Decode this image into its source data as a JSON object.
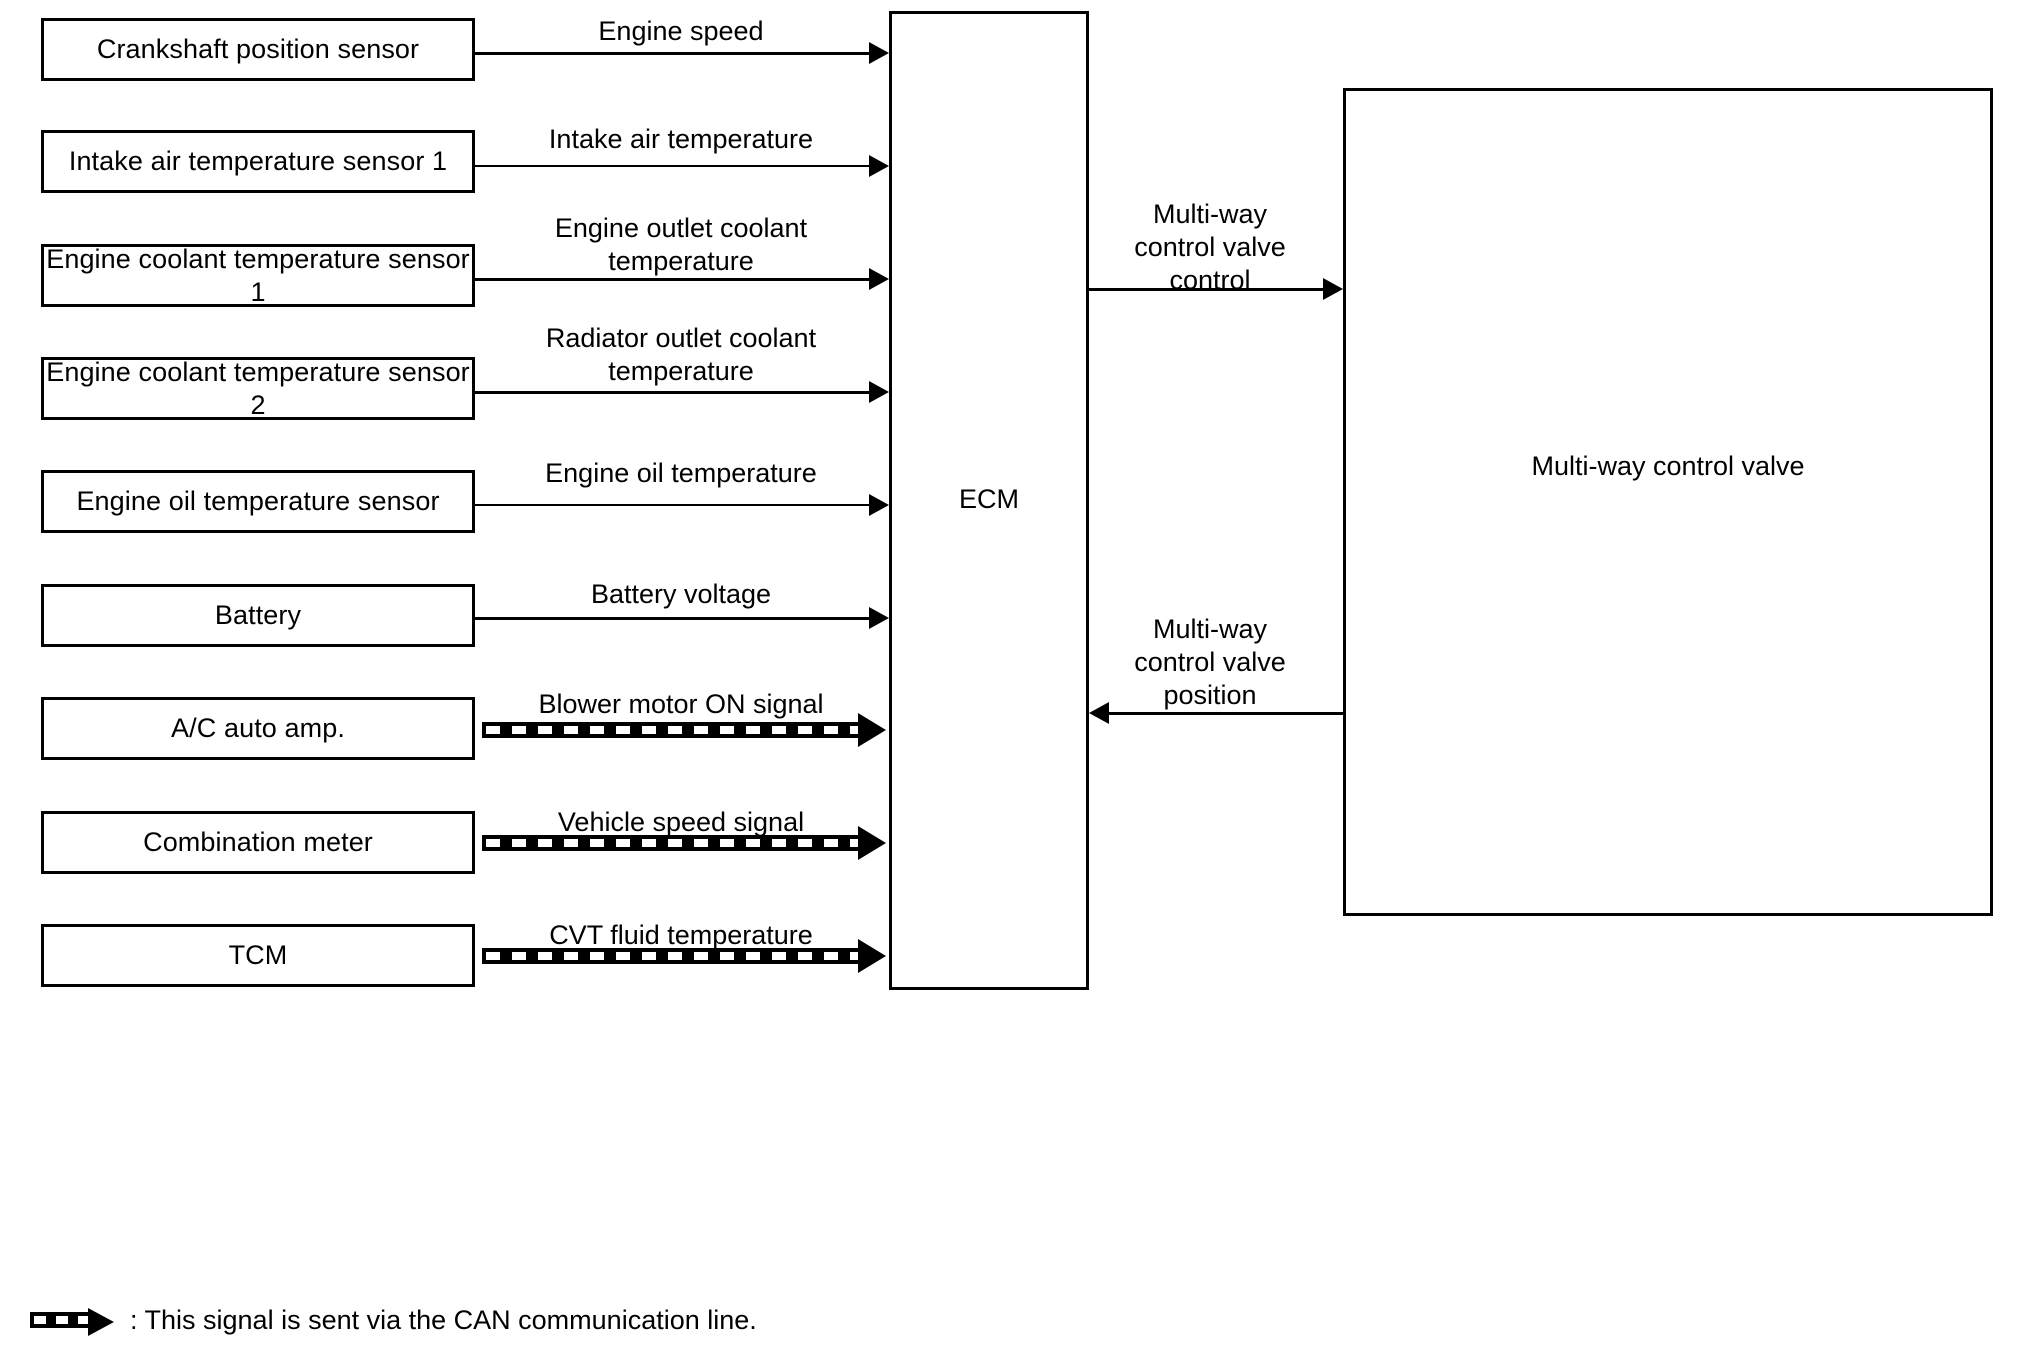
{
  "diagram": {
    "title": "Multi-way control valve system signal diagram",
    "ecm": {
      "label": "ECM"
    },
    "actuator": {
      "label": "Multi-way\ncontrol\nvalve"
    },
    "sources": [
      {
        "name": "crankshaft-position-sensor",
        "label": "Crankshaft position sensor"
      },
      {
        "name": "intake-air-temperature-sensor-1",
        "label": "Intake air temperature sensor 1"
      },
      {
        "name": "engine-coolant-temperature-sensor-1",
        "label": "Engine coolant temperature sensor 1"
      },
      {
        "name": "engine-coolant-temperature-sensor-2",
        "label": "Engine coolant temperature sensor 2"
      },
      {
        "name": "engine-oil-temperature-sensor",
        "label": "Engine oil temperature sensor"
      },
      {
        "name": "battery",
        "label": "Battery"
      },
      {
        "name": "ac-auto-amp",
        "label": "A/C auto amp."
      },
      {
        "name": "combination-meter",
        "label": "Combination meter"
      },
      {
        "name": "tcm",
        "label": "TCM"
      }
    ],
    "input_signals": [
      {
        "name": "engine-speed",
        "label": "Engine speed",
        "type": "wire"
      },
      {
        "name": "intake-air-temperature",
        "label": "Intake air temperature",
        "type": "wire"
      },
      {
        "name": "engine-outlet-coolant-temperature",
        "label": "Engine outlet coolant\ntemperature",
        "type": "wire"
      },
      {
        "name": "radiator-outlet-coolant-temperature",
        "label": "Radiator outlet coolant\ntemperature",
        "type": "wire"
      },
      {
        "name": "engine-oil-temperature",
        "label": "Engine oil temperature",
        "type": "wire"
      },
      {
        "name": "battery-voltage",
        "label": "Battery voltage",
        "type": "wire"
      },
      {
        "name": "blower-motor-on-signal",
        "label": "Blower motor ON signal",
        "type": "can"
      },
      {
        "name": "vehicle-speed-signal",
        "label": "Vehicle speed signal",
        "type": "can"
      },
      {
        "name": "cvt-fluid-temperature",
        "label": "CVT fluid temperature",
        "type": "can"
      }
    ],
    "output_signals": [
      {
        "name": "multi-way-control-valve-control",
        "label": "Multi-way\ncontrol valve\ncontrol",
        "direction": "to-valve",
        "type": "wire"
      },
      {
        "name": "multi-way-control-valve-position",
        "label": "Multi-way\ncontrol valve\nposition",
        "direction": "to-ecm",
        "type": "wire"
      }
    ],
    "legend": {
      "text": ": This signal is sent via the CAN communication line.",
      "symbol": "can-arrow-icon"
    },
    "colors": {
      "line": "#000000",
      "background": "#ffffff",
      "text": "#000000"
    }
  }
}
